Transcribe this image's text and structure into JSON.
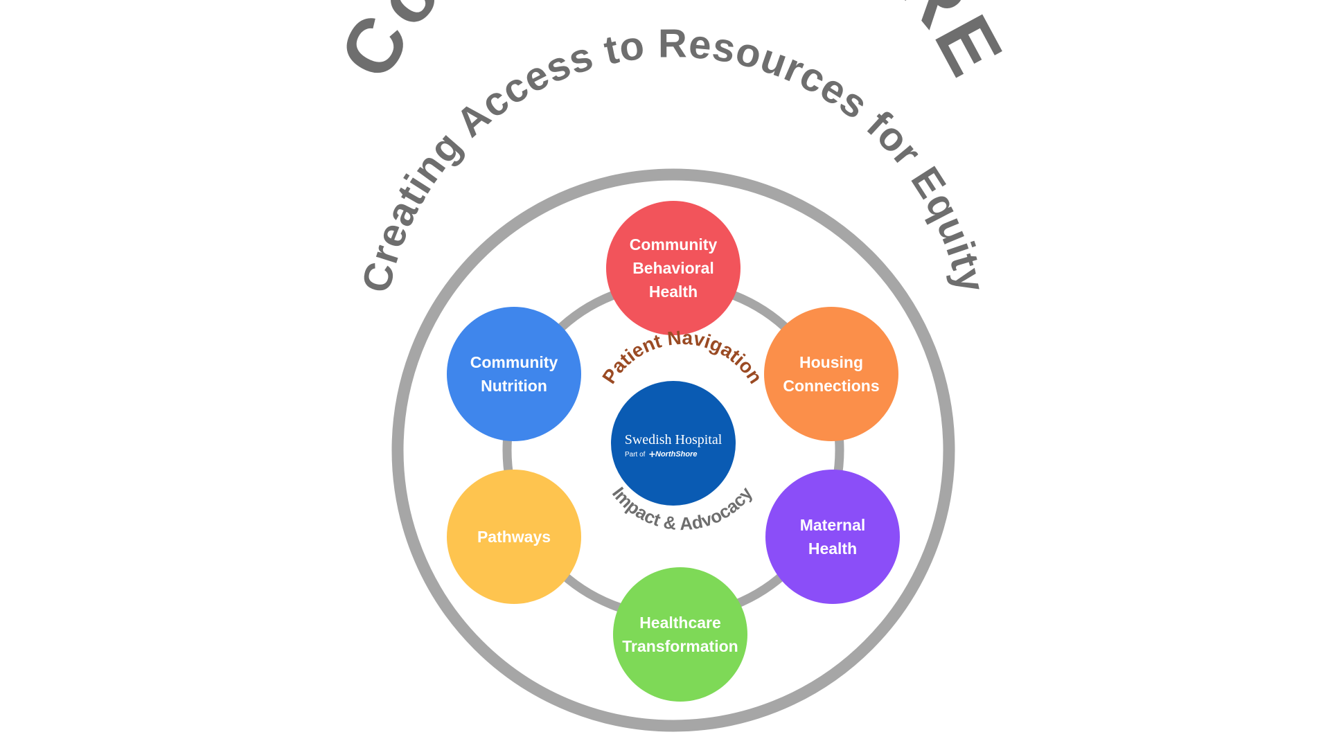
{
  "title": "Community CARE",
  "subtitle": "Creating Access to Resources for Equity",
  "center": {
    "top_arc_label": "Patient Navigation",
    "bottom_arc_label": "Impact & Advocacy",
    "logo": {
      "name": "Swedish Hospital",
      "part_of": "Part of",
      "brand": "NorthShore"
    }
  },
  "programs": [
    {
      "label_lines": [
        "Community",
        "Behavioral",
        "Health"
      ],
      "color": "#f2545b"
    },
    {
      "label_lines": [
        "Housing",
        "Connections"
      ],
      "color": "#fb8f4a"
    },
    {
      "label_lines": [
        "Maternal",
        "Health"
      ],
      "color": "#8b4ef8"
    },
    {
      "label_lines": [
        "Healthcare",
        "Transformation"
      ],
      "color": "#7ed957"
    },
    {
      "label_lines": [
        "Pathways"
      ],
      "color": "#fec44f"
    },
    {
      "label_lines": [
        "Community",
        "Nutrition"
      ],
      "color": "#3f86ec"
    }
  ],
  "colors": {
    "title_gray": "#6e6e6e",
    "ring_gray": "#a6a6a6",
    "navigation_brown": "#9a4a23",
    "hub_blue": "#0a5bb3",
    "label_white": "#ffffff"
  }
}
